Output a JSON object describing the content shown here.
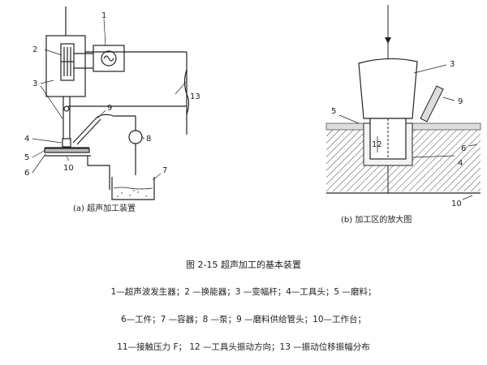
{
  "diagram_a": {
    "caption": "(a)  超声加工装置",
    "labels": {
      "n1": "1",
      "n2": "2",
      "n3": "3",
      "n13": "13",
      "n9": "9",
      "n8": "8",
      "n4": "4",
      "n5": "5",
      "n6": "6",
      "n10": "10",
      "n7": "7"
    }
  },
  "diagram_b": {
    "caption": "(b)  加工区的放大图",
    "labels": {
      "n3": "3",
      "n5": "5",
      "n9": "9",
      "n12": "12",
      "n6": "6",
      "n4": "4",
      "n10": "10"
    }
  },
  "figure_title": "图 2-15 超声加工的基本装置",
  "legend": {
    "line1": "1—超声波发生器；2 —换能器；3 —变幅杆；4—工具头；5 —磨料；",
    "line2": "6—工件；7 —容器；8 —泵；9 —磨料供给管头；10—工作台；",
    "line3": "11—接触压力 F；  12 —工具头振动方向；13 —振动位移振幅分布"
  }
}
